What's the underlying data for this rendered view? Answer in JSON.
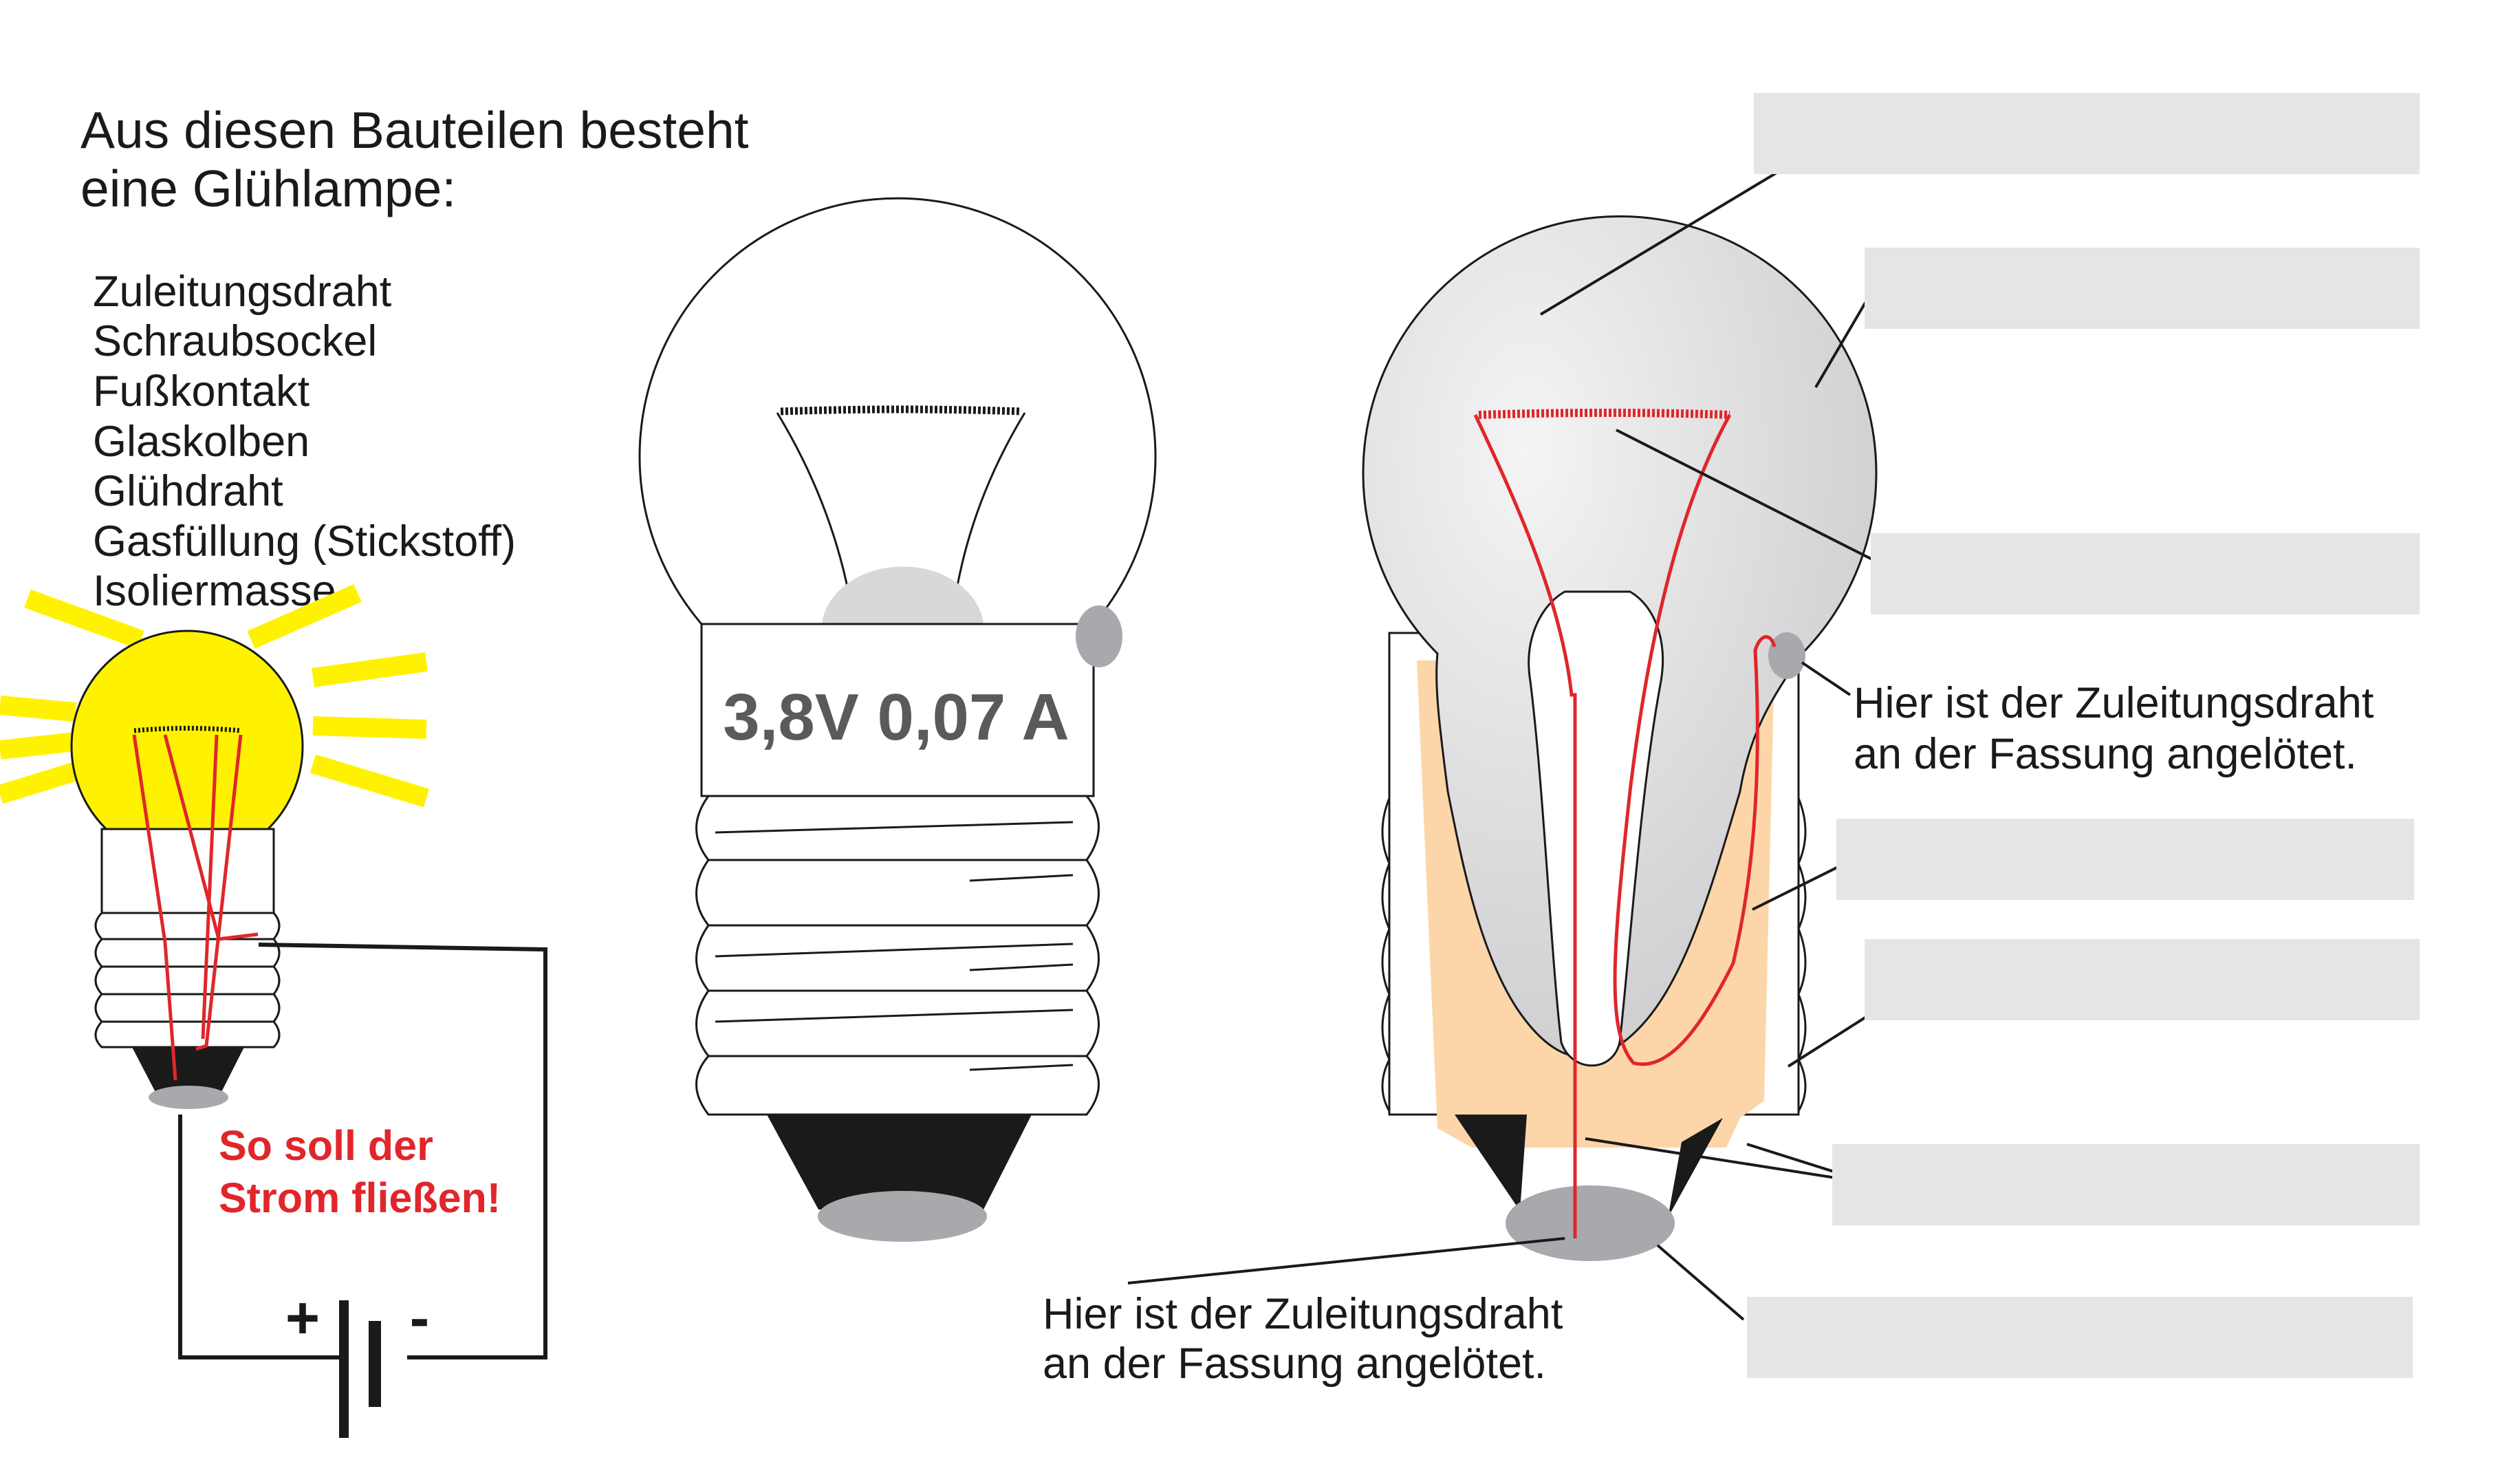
{
  "heading": [
    "Aus diesen Bauteilen besteht",
    "eine Glühlampe:"
  ],
  "parts": [
    "Zuleitungsdraht",
    "Schraubsockel",
    "Fußkontakt",
    "Glaskolben",
    "Glühdraht",
    "Gasfüllung (Stickstoff)",
    "Isoliermasse"
  ],
  "current_note": [
    "So soll der",
    "Strom fließen!"
  ],
  "battery": {
    "plus": "+",
    "minus": "-"
  },
  "lamp_rating": "3,8V  0,07 A",
  "solder_note_side": [
    "Hier ist der Zuleitungsdraht",
    "an der Fassung angelötet."
  ],
  "solder_note_bottom": [
    "Hier ist der Zuleitungsdraht",
    "an der Fassung angelötet."
  ],
  "answer_box_count": 7,
  "colors": {
    "glow_yellow": "#fff200",
    "wire_red": "#e0262b",
    "insulation": "#fcd6a8",
    "glass_gray": "#d8d8d9",
    "contact_gray": "#a7a9ac",
    "answer_box": "#e4e5e7"
  }
}
